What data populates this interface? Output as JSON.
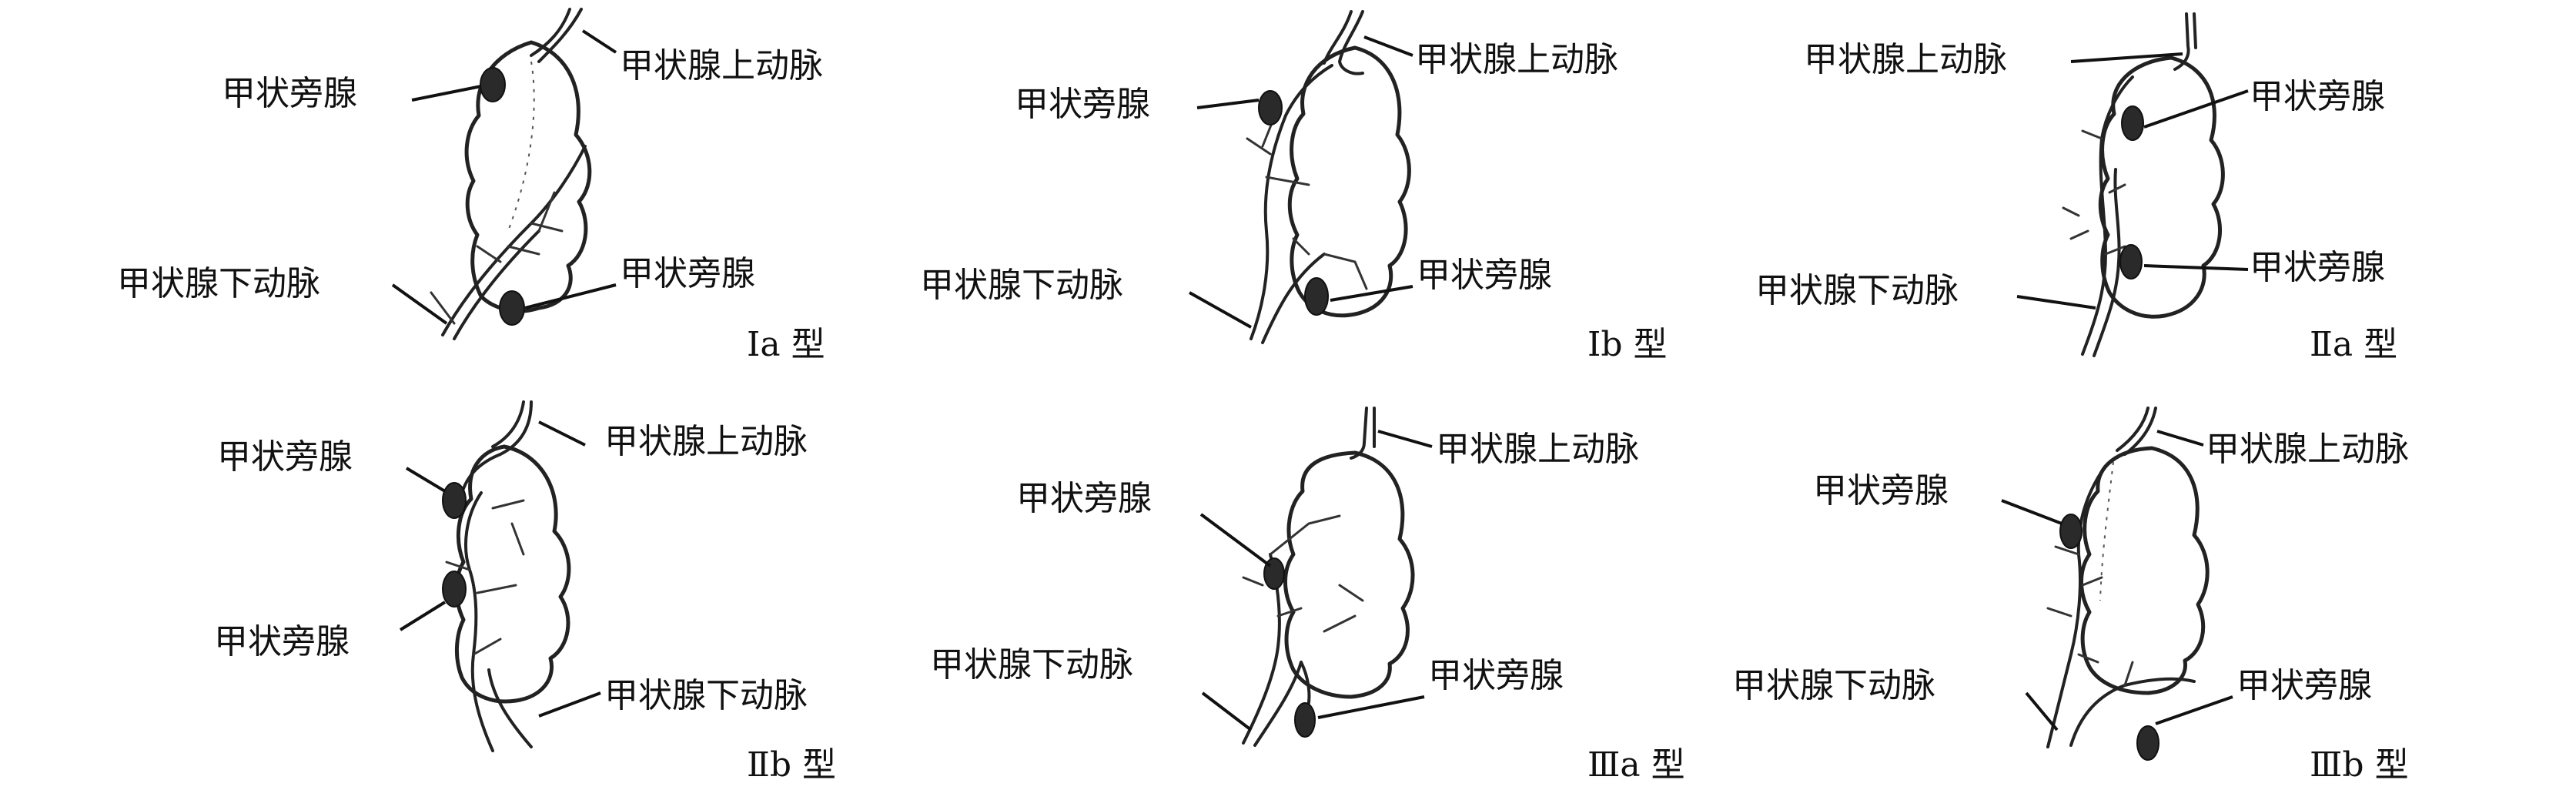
{
  "panels": [
    {
      "id": "Ia",
      "type_label": "Ⅰa 型",
      "labels": {
        "sup_artery": "甲状腺上动脉",
        "inf_artery": "甲状腺下动脉",
        "para1": "甲状旁腺",
        "para2": "甲状旁腺"
      }
    },
    {
      "id": "Ib",
      "type_label": "Ⅰb 型",
      "labels": {
        "sup_artery": "甲状腺上动脉",
        "inf_artery": "甲状腺下动脉",
        "para1": "甲状旁腺",
        "para2": "甲状旁腺"
      }
    },
    {
      "id": "IIa",
      "type_label": "Ⅱa 型",
      "labels": {
        "sup_artery": "甲状腺上动脉",
        "inf_artery": "甲状腺下动脉",
        "para1": "甲状旁腺",
        "para2": "甲状旁腺"
      }
    },
    {
      "id": "IIb",
      "type_label": "Ⅱb 型",
      "labels": {
        "sup_artery": "甲状腺上动脉",
        "inf_artery": "甲状腺下动脉",
        "para1": "甲状旁腺",
        "para2": "甲状旁腺"
      }
    },
    {
      "id": "IIIa",
      "type_label": "Ⅲa 型",
      "labels": {
        "sup_artery": "甲状腺上动脉",
        "inf_artery": "甲状腺下动脉",
        "para1": "甲状旁腺",
        "para2": "甲状旁腺"
      }
    },
    {
      "id": "IIIb",
      "type_label": "Ⅲb 型",
      "labels": {
        "sup_artery": "甲状腺上动脉",
        "inf_artery": "甲状腺下动脉",
        "para1": "甲状旁腺",
        "para2": "甲状旁腺"
      }
    }
  ]
}
